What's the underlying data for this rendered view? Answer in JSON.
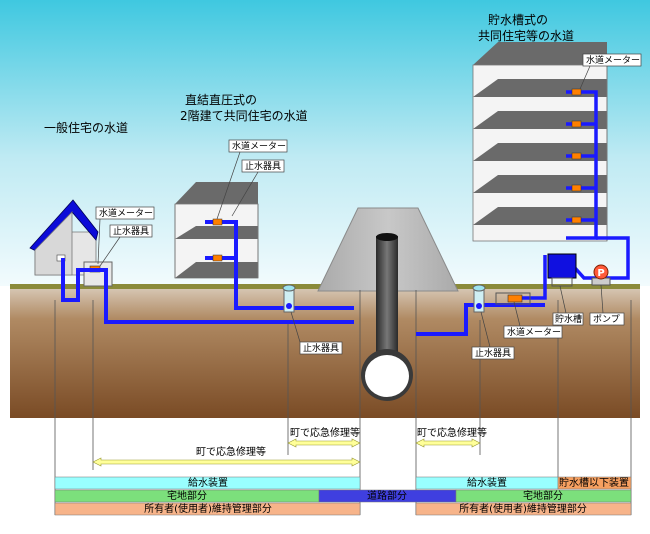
{
  "titles": {
    "house": "一般住宅の水道",
    "direct_line1": "直結直圧式の",
    "direct_line2": "2階建て共同住宅の水道",
    "tank_line1": "貯水槽式の",
    "tank_line2": "共同住宅等の水道"
  },
  "labels": {
    "meter": "水道メーター",
    "stopcock": "止水器具",
    "tank": "貯水槽",
    "pump": "ポンプ",
    "pump_symbol": "P"
  },
  "ranges": {
    "town_repair": "町で応急修理等"
  },
  "bars": {
    "supply_device": "給水装置",
    "below_tank": "貯水槽以下装置",
    "residential": "宅地部分",
    "road": "道路部分",
    "owner_maintenance": "所有者(使用者)維持管理部分"
  },
  "colors": {
    "sky": "#dff3f8",
    "ground": "#8a5a33",
    "pipe": "#1a1aff",
    "supply_bar": "#99ffff",
    "residential_bar": "#7ce07c",
    "road_bar": "#3f3fe0",
    "owner_bar": "#f7b48a",
    "below_tank_bar": "#f7a060",
    "arrow": "#ffff99"
  }
}
